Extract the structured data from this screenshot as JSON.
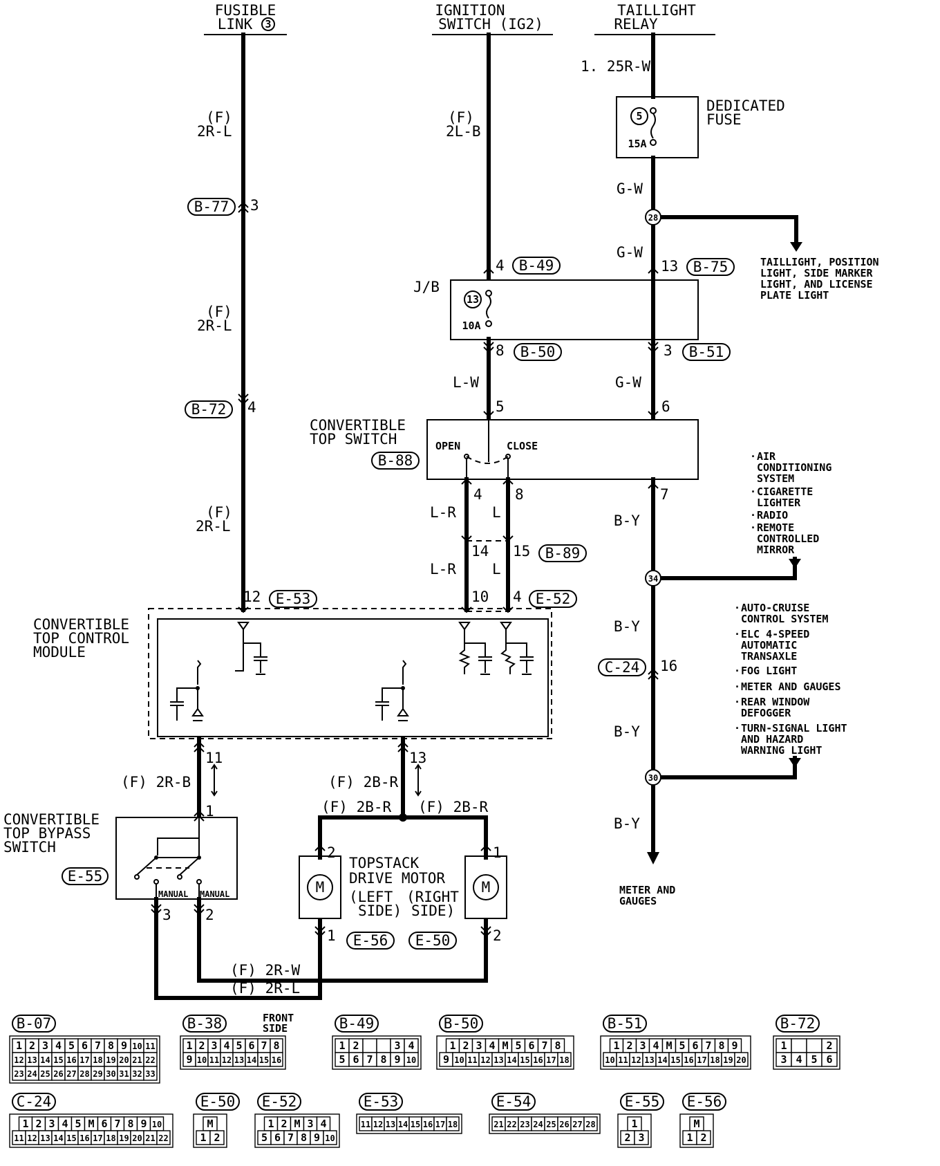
{
  "sources": {
    "fusible_link": [
      "FUSIBLE",
      "LINK"
    ],
    "fusible_link_num": "3",
    "ignition_switch": [
      "IGNITION",
      "SWITCH (IG2)"
    ],
    "taillight_relay": [
      "TAILLIGHT",
      "RELAY"
    ]
  },
  "wires": {
    "relay_out": "1. 25R-W",
    "fl_1": [
      "(F)",
      "2R-L"
    ],
    "fl_2": [
      "(F)",
      "2R-L"
    ],
    "fl_3": [
      "(F)",
      "2R-L"
    ],
    "ig_1": [
      "(F)",
      "2L-B"
    ],
    "gw1": "G-W",
    "gw2": "G-W",
    "gw3": "G-W",
    "lw": "L-W",
    "lr1": "L-R",
    "l1": "L",
    "lr2": "L-R",
    "l2": "L",
    "by1": "B-Y",
    "by2": "B-Y",
    "by3": "B-Y",
    "by4": "B-Y",
    "f2rb": "(F) 2R-B",
    "f2br1": "(F) 2B-R",
    "f2br2": "(F) 2B-R",
    "f2br3": "(F) 2B-R",
    "f2rw": "(F) 2R-W",
    "f2rl": "(F) 2R-L"
  },
  "connectors": {
    "b77": "B-77",
    "b72": "B-72",
    "b49": "B-49",
    "b50": "B-50",
    "b51": "B-51",
    "b75": "B-75",
    "b88": "B-88",
    "b89": "B-89",
    "e53": "E-53",
    "e52": "E-52",
    "c24": "C-24",
    "e55": "E-55",
    "e56": "E-56",
    "e50": "E-50"
  },
  "pins": {
    "p3": "3",
    "p4a": "4",
    "p4b": "4",
    "p8a": "8",
    "p13": "13",
    "p3b": "3",
    "p5": "5",
    "p6": "6",
    "p4c": "4",
    "p8b": "8",
    "p7": "7",
    "p14": "14",
    "p15": "15",
    "p12": "12",
    "p10": "10",
    "p4d": "4",
    "p16": "16",
    "p11": "11",
    "p13b": "13",
    "p1": "1",
    "p3c": "3",
    "p2": "2",
    "p2b": "2",
    "p1b": "1",
    "p1c": "1",
    "p2c": "2"
  },
  "components": {
    "dedicated_fuse": [
      "DEDICATED",
      "FUSE"
    ],
    "fuse5_num": "5",
    "fuse5_rating": "15A",
    "jb": "J/B",
    "fuse13_num": "13",
    "fuse13_rating": "10A",
    "top_switch": [
      "CONVERTIBLE",
      "TOP SWITCH"
    ],
    "open": "OPEN",
    "close": "CLOSE",
    "control_module": [
      "CONVERTIBLE",
      "TOP CONTROL",
      "MODULE"
    ],
    "bypass_switch": [
      "CONVERTIBLE",
      "TOP BYPASS",
      "SWITCH"
    ],
    "manual": "MANUAL",
    "motor": [
      "TOPSTACK",
      "DRIVE MOTOR"
    ],
    "left_side": [
      "(LEFT",
      "SIDE)"
    ],
    "right_side": [
      "(RIGHT",
      "SIDE)"
    ],
    "motor_symbol": "M"
  },
  "junctions": {
    "j28": "28",
    "j34": "34",
    "j30": "30"
  },
  "destinations": {
    "taillight": [
      "TAILLIGHT, POSITION",
      "LIGHT, SIDE MARKER",
      "LIGHT, AND LICENSE",
      "PLATE LIGHT"
    ],
    "group34": [
      "AIR",
      "CONDITIONING",
      "SYSTEM",
      "CIGARETTE",
      "LIGHTER",
      "RADIO",
      "REMOTE",
      "CONTROLLED",
      "MIRROR"
    ],
    "group30": [
      "AUTO-CRUISE",
      "CONTROL SYSTEM",
      "ELC 4-SPEED",
      "AUTOMATIC",
      "TRANSAXLE",
      "FOG LIGHT",
      "METER AND GAUGES",
      "REAR WINDOW",
      "DEFOGGER",
      "TURN-SIGNAL LIGHT",
      "AND HAZARD",
      "WARNING LIGHT"
    ],
    "meter": [
      "METER AND",
      "GAUGES"
    ]
  },
  "connector_views": {
    "b07": {
      "name": "B-07",
      "rows": [
        [
          "1",
          "2",
          "3",
          "4",
          "5",
          "6",
          "7",
          "8",
          "9",
          "10",
          "11"
        ],
        [
          "12",
          "13",
          "14",
          "15",
          "16",
          "17",
          "18",
          "19",
          "20",
          "21",
          "22"
        ],
        [
          "23",
          "24",
          "25",
          "26",
          "27",
          "28",
          "29",
          "30",
          "31",
          "32",
          "33"
        ]
      ]
    },
    "b38": {
      "name": "B-38",
      "note": [
        "FRONT",
        "SIDE"
      ],
      "rows": [
        [
          "1",
          "2",
          "3",
          "4",
          "5",
          "6",
          "7",
          "8"
        ],
        [
          "9",
          "10",
          "11",
          "12",
          "13",
          "14",
          "15",
          "16"
        ]
      ]
    },
    "b49": {
      "name": "B-49",
      "rows": [
        [
          "1",
          "2",
          "",
          "",
          "3",
          "4"
        ],
        [
          "5",
          "6",
          "7",
          "8",
          "9",
          "10"
        ]
      ]
    },
    "b50": {
      "name": "B-50",
      "rows": [
        [
          "1",
          "2",
          "3",
          "4",
          "M",
          "5",
          "6",
          "7",
          "8"
        ],
        [
          "9",
          "10",
          "11",
          "12",
          "13",
          "14",
          "15",
          "16",
          "17",
          "18"
        ]
      ]
    },
    "b51": {
      "name": "B-51",
      "rows": [
        [
          "1",
          "2",
          "3",
          "4",
          "M",
          "5",
          "6",
          "7",
          "8",
          "9"
        ],
        [
          "10",
          "11",
          "12",
          "13",
          "14",
          "15",
          "16",
          "17",
          "18",
          "19",
          "20"
        ]
      ]
    },
    "b72": {
      "name": "B-72",
      "rows": [
        [
          "1",
          "",
          "",
          "2"
        ],
        [
          "3",
          "4",
          "5",
          "6"
        ]
      ]
    },
    "c24": {
      "name": "C-24",
      "rows": [
        [
          "1",
          "2",
          "3",
          "4",
          "5",
          "M",
          "6",
          "7",
          "8",
          "9",
          "10"
        ],
        [
          "11",
          "12",
          "13",
          "14",
          "15",
          "16",
          "17",
          "18",
          "19",
          "20",
          "21",
          "22"
        ]
      ]
    },
    "e50": {
      "name": "E-50",
      "rows": [
        [
          "M"
        ],
        [
          "1",
          "2"
        ]
      ]
    },
    "e52": {
      "name": "E-52",
      "rows": [
        [
          "1",
          "2",
          "M",
          "3",
          "4"
        ],
        [
          "5",
          "6",
          "7",
          "8",
          "9",
          "10"
        ]
      ]
    },
    "e53": {
      "name": "E-53",
      "rows": [
        [
          "11",
          "12",
          "13",
          "14",
          "15",
          "16",
          "17",
          "18"
        ]
      ]
    },
    "e54": {
      "name": "E-54",
      "rows": [
        [
          "21",
          "22",
          "23",
          "24",
          "25",
          "26",
          "27",
          "28"
        ]
      ]
    },
    "e55": {
      "name": "E-55",
      "rows": [
        [
          "1"
        ],
        [
          "2",
          "3"
        ]
      ]
    },
    "e56": {
      "name": "E-56",
      "rows": [
        [
          "M"
        ],
        [
          "1",
          "2"
        ]
      ]
    }
  }
}
